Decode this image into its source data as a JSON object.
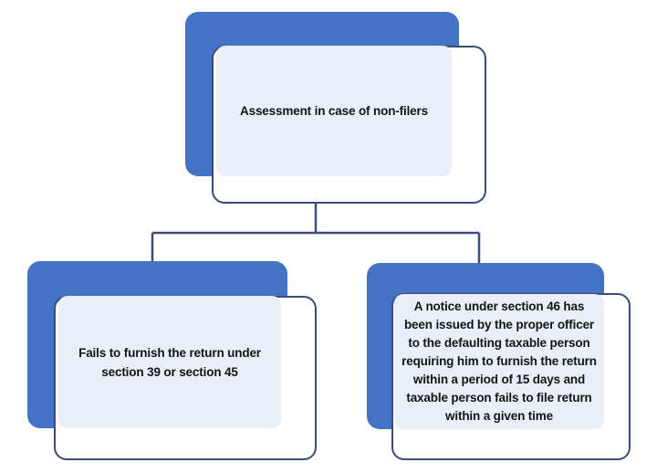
{
  "diagram": {
    "title": "Assessment in case of non-filers",
    "type": "org-chart",
    "background_color": "#FFFFFF",
    "accent_color": "#4472C4",
    "outline_color": "#3B4C7A",
    "panel_color": "#EAEEF7",
    "text_color": "#141414",
    "nodes": [
      {
        "id": "root",
        "label": "Assessment in case of non-filers"
      },
      {
        "id": "left",
        "label": "Fails to furnish the return under section 39 or section 45"
      },
      {
        "id": "right",
        "label": "A notice under section 46 has been issued by the proper officer to the defaulting taxable person requiring him to furnish the return within a period of 15 days and taxable person fails to file return within a given time"
      }
    ],
    "connectors": [
      {
        "from": "root",
        "to": "left"
      },
      {
        "from": "root",
        "to": "right"
      }
    ]
  }
}
